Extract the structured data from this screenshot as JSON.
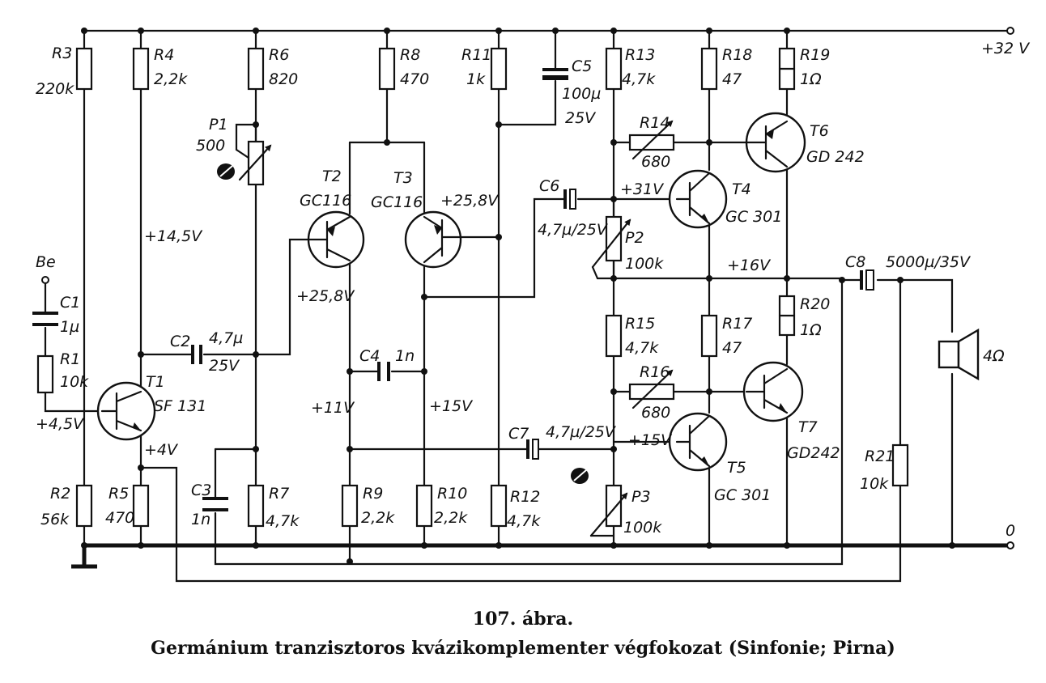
{
  "labels": {
    "supply": "+32 V",
    "ground": "0",
    "input": "Be",
    "R3": {
      "name": "R3",
      "value": "220k"
    },
    "R4": {
      "name": "R4",
      "value": "2,2k"
    },
    "R6": {
      "name": "R6",
      "value": "820"
    },
    "R8": {
      "name": "R8",
      "value": "470"
    },
    "R11": {
      "name": "R11",
      "value": "1k"
    },
    "C5": {
      "name": "C5",
      "value": "100µ",
      "value2": "25V"
    },
    "R13": {
      "name": "R13",
      "value": "4,7k"
    },
    "R18": {
      "name": "R18",
      "value": "47"
    },
    "R19": {
      "name": "R19",
      "value": "1Ω"
    },
    "P1": {
      "name": "P1",
      "value": "500"
    },
    "T2": {
      "name": "T2",
      "type": "GC116"
    },
    "T3": {
      "name": "T3",
      "type": "GC116"
    },
    "R14": {
      "name": "R14",
      "value": "680"
    },
    "T6": {
      "name": "T6",
      "type": "GD 242"
    },
    "T4": {
      "name": "T4",
      "type": "GC 301"
    },
    "C6": {
      "name": "C6",
      "value": "4,7µ/25V"
    },
    "P2": {
      "name": "P2",
      "value": "100k"
    },
    "C1": {
      "name": "C1",
      "value": "1µ"
    },
    "R1": {
      "name": "R1",
      "value": "10k"
    },
    "T1": {
      "name": "T1",
      "type": "SF 131"
    },
    "C2": {
      "name": "C2",
      "value": "4,7µ",
      "value2": "25V"
    },
    "C4": {
      "name": "C4",
      "value": "1n"
    },
    "R15": {
      "name": "R15",
      "value": "4,7k"
    },
    "R17": {
      "name": "R17",
      "value": "47"
    },
    "R20": {
      "name": "R20",
      "value": "1Ω"
    },
    "R16": {
      "name": "R16",
      "value": "680"
    },
    "T7": {
      "name": "T7",
      "type": "GD242"
    },
    "C7": {
      "name": "C7",
      "value": "4,7µ/25V"
    },
    "T5": {
      "name": "T5",
      "type": "GC 301"
    },
    "R2": {
      "name": "R2",
      "value": "56k"
    },
    "R5": {
      "name": "R5",
      "value": "470"
    },
    "C3": {
      "name": "C3",
      "value": "1n"
    },
    "R7": {
      "name": "R7",
      "value": "4,7k"
    },
    "R9": {
      "name": "R9",
      "value": "2,2k"
    },
    "R10": {
      "name": "R10",
      "value": "2,2k"
    },
    "R12": {
      "name": "R12",
      "value": "4,7k"
    },
    "P3": {
      "name": "P3",
      "value": "100k"
    },
    "C8": {
      "name": "C8",
      "value": "5000µ/35V"
    },
    "R21": {
      "name": "R21",
      "value": "10k"
    },
    "speaker": "4Ω",
    "voltages": {
      "v145": "+14,5V",
      "v45": "+4,5V",
      "v4": "+4V",
      "v258a": "+25,8V",
      "v258b": "+25,8V",
      "v11": "+11V",
      "v15a": "+15V",
      "v31": "+31V",
      "v16": "+16V",
      "v15b": "+15V"
    }
  },
  "figure": {
    "number": "107. ábra.",
    "caption": "Germánium tranzisztoros kvázikomplementer végfokozat (Sinfonie; Pirna)"
  }
}
